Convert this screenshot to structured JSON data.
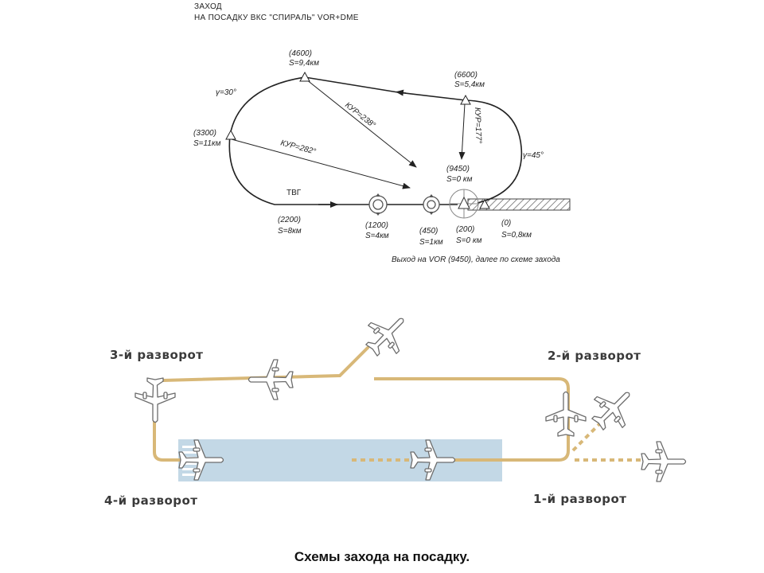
{
  "header": {
    "line1": "ЗАХОД",
    "line2": "НА ПОСАДКУ ВКС \"СПИРАЛЬ\"   VOR+DME"
  },
  "upper_diagram": {
    "gamma_left": "γ=30°",
    "gamma_right": "γ=45°",
    "points": {
      "p4600_alt": "(4600)",
      "p4600_dist": "S=9,4км",
      "p6600_alt": "(6600)",
      "p6600_dist": "S=5,4км",
      "p3300_alt": "(3300)",
      "p3300_dist": "S=11км",
      "p9450_alt": "(9450)",
      "p9450_dist": "S=0 км",
      "p2200_alt": "(2200)",
      "p2200_dist": "S=8км",
      "p1200_alt": "(1200)",
      "p1200_dist": "S=4км",
      "p450_alt": "(450)",
      "p450_dist": "S=1км",
      "p200_alt": "(200)",
      "p200_dist": "S=0 км",
      "p0_alt": "(0)",
      "p0_dist": "S=0,8км"
    },
    "kur_238": "КУР=238°",
    "kur_282": "КУР=282°",
    "kur_177": "КУР=177°",
    "tvg": "ТВГ",
    "note": "Выход на VOR (9450), далее по схеме захода",
    "colors": {
      "line": "#222222",
      "runway_hatch": "#666666"
    }
  },
  "lower_diagram": {
    "turn3": "3-й разворот",
    "turn2": "2-й разворот",
    "turn4": "4-й разворот",
    "turn1": "1-й разворот",
    "colors": {
      "track": "#d8b878",
      "runway": "#c3d8e6",
      "aircraft": "#ffffff",
      "text": "#3a3a3a"
    }
  },
  "caption": "Схемы захода на посадку."
}
